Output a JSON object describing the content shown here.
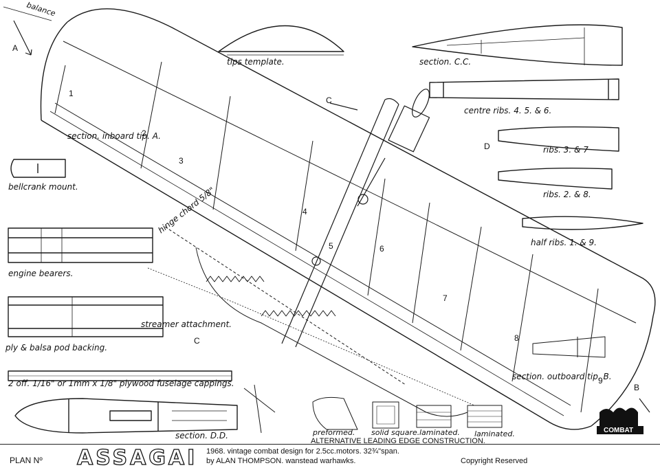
{
  "labels": {
    "balance": "balance",
    "tips_template": "tips template.",
    "section_cc": "section. C.C.",
    "section_inboard": "section. inboard tip. A.",
    "centre_ribs": "centre ribs. 4. 5. & 6.",
    "ribs_37": "ribs. 3. & 7",
    "ribs_28": "ribs. 2. & 8.",
    "half_ribs": "half ribs. 1. & 9.",
    "bellcrank_mount": "bellcrank mount.",
    "engine_bearers": "engine bearers.",
    "hinge_chord": "hinge chord 5/8\"",
    "streamer": "streamer attachment.",
    "ply_balsa": "ply & balsa pod backing.",
    "fuselage_cappings": "2 off. 1/16\" or 1mm x 1/8\" plywood fuselage cappings.",
    "section_dd": "section. D.D.",
    "section_outboard": "section. outboard tip. B.",
    "preformed": "preformed.",
    "solid_square": "solid square.",
    "laminated": "laminated.",
    "alt_leading_edge": "ALTERNATIVE LEADING EDGE CONSTRUCTION."
  },
  "markers": {
    "A": "A",
    "B": "B",
    "C": "C",
    "D": "D"
  },
  "rib_numbers": [
    "1",
    "2",
    "3",
    "4",
    "5",
    "6",
    "7",
    "8",
    "9"
  ],
  "footer": {
    "plan_no": "PLAN Nº",
    "name": "ASSAGAI",
    "line1": "1968. vintage combat design for 2.5cc.motors. 32¾\"span.",
    "line2": "by ALAN THOMPSON. wanstead warhawks.",
    "copyright": "Copyright Reserved",
    "logo": "COMBAT"
  }
}
